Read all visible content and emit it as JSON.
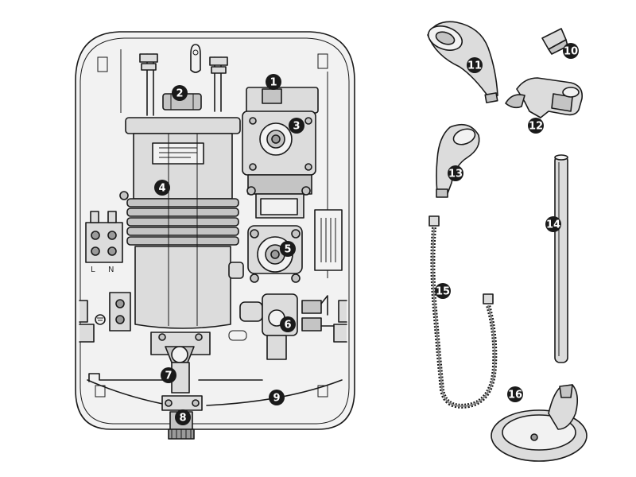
{
  "callouts": [
    {
      "id": "callout-1",
      "label": "1"
    },
    {
      "id": "callout-2",
      "label": "2"
    },
    {
      "id": "callout-3",
      "label": "3"
    },
    {
      "id": "callout-4",
      "label": "4"
    },
    {
      "id": "callout-5",
      "label": "5"
    },
    {
      "id": "callout-6",
      "label": "6"
    },
    {
      "id": "callout-7",
      "label": "7"
    },
    {
      "id": "callout-8",
      "label": "8"
    },
    {
      "id": "callout-9",
      "label": "9"
    },
    {
      "id": "callout-10",
      "label": "10"
    },
    {
      "id": "callout-11",
      "label": "11"
    },
    {
      "id": "callout-12",
      "label": "12"
    },
    {
      "id": "callout-13",
      "label": "13"
    },
    {
      "id": "callout-14",
      "label": "14"
    },
    {
      "id": "callout-15",
      "label": "15"
    },
    {
      "id": "callout-16",
      "label": "16"
    }
  ],
  "terminal_block": {
    "live_label": "L",
    "neutral_label": "N"
  }
}
